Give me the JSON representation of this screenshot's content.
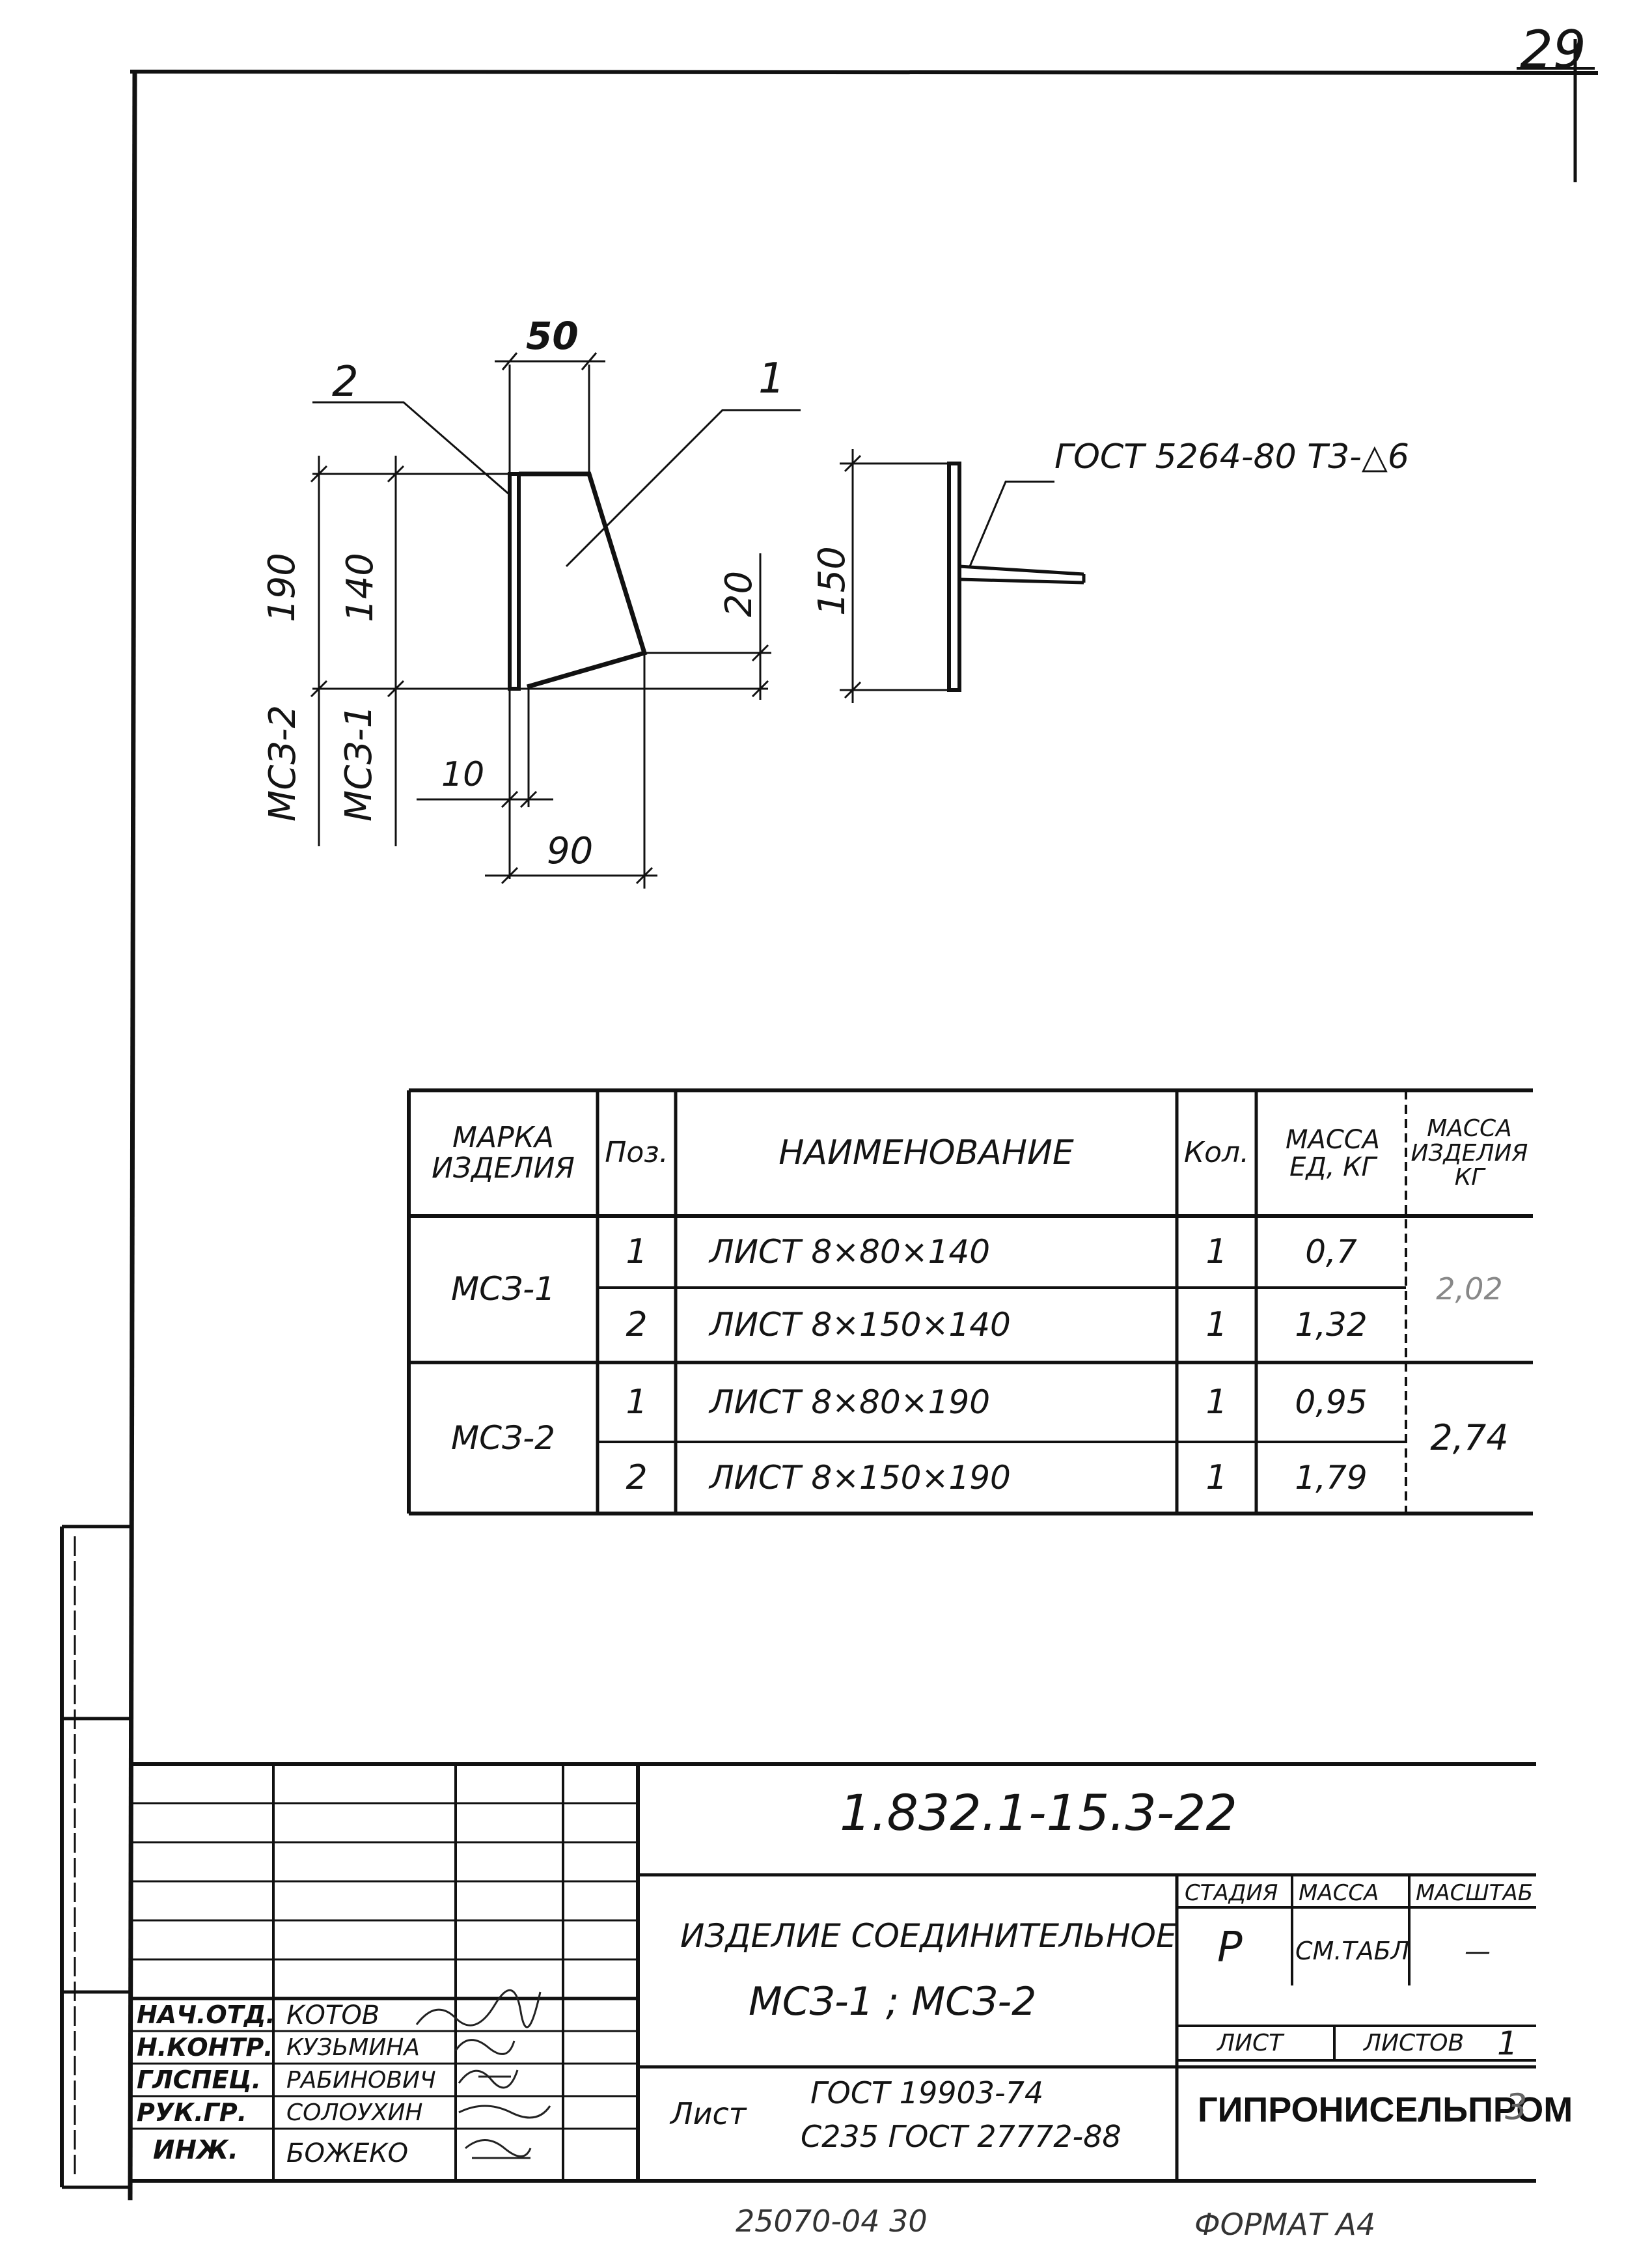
{
  "page_number": "29",
  "drawing": {
    "dims": {
      "d50": "50",
      "d190": "190",
      "d140": "140",
      "d20": "20",
      "d10": "10",
      "d90": "90",
      "d150": "150"
    },
    "callouts": {
      "pos1": "1",
      "pos2": "2"
    },
    "marks": {
      "mcz2": "МСЗ-2",
      "mcz1": "МСЗ-1"
    },
    "weld_note": "ГОСТ 5264-80 Т3-△6"
  },
  "spec_table": {
    "headers": {
      "mark": "МАРКА ИЗДЕЛИЯ",
      "pos": "Поз.",
      "name": "НАИМЕНОВАНИЕ",
      "qty": "Кол.",
      "mass_unit": "МАССА ЕД, КГ",
      "mass_item": "МАССА ИЗДЕЛИЯ КГ"
    },
    "groups": [
      {
        "mark": "МСЗ-1",
        "mass_item": "2,02",
        "rows": [
          {
            "pos": "1",
            "name": "ЛИСТ 8×80×140",
            "qty": "1",
            "mass": "0,7"
          },
          {
            "pos": "2",
            "name": "ЛИСТ 8×150×140",
            "qty": "1",
            "mass": "1,32"
          }
        ]
      },
      {
        "mark": "МСЗ-2",
        "mass_item": "2,74",
        "rows": [
          {
            "pos": "1",
            "name": "ЛИСТ 8×80×190",
            "qty": "1",
            "mass": "0,95"
          },
          {
            "pos": "2",
            "name": "ЛИСТ 8×150×190",
            "qty": "1",
            "mass": "1,79"
          }
        ]
      }
    ]
  },
  "title_block": {
    "code": "1.832.1-15.3-22",
    "title_line1": "ИЗДЕЛИЕ СОЕДИНИТЕЛЬНОЕ",
    "title_line2": "МСЗ-1 ; МСЗ-2",
    "material_label": "Лист",
    "material_line1": "ГОСТ 19903-74",
    "material_line2": "С235 ГОСТ 27772-88",
    "stage_label": "СТАДИЯ",
    "mass_label": "МАССА",
    "scale_label": "МАСШТАБ",
    "stage_value": "Р",
    "mass_value": "СМ.ТАБЛ",
    "scale_value": "—",
    "sheet_label": "ЛИСТ",
    "sheets_label": "ЛИСТОВ",
    "sheet_value": "1",
    "org": "ГИПРОНИСЕЛЬПРОМ",
    "org_suffix": "3",
    "roles": [
      {
        "role": "НАЧ.ОТД.",
        "name": "КОТОВ"
      },
      {
        "role": "Н.КОНТР.",
        "name": "КУЗЬМИНА"
      },
      {
        "role": "ГЛСПЕЦ.",
        "name": "РАБИНОВИЧ"
      },
      {
        "role": "РУК.ГР.",
        "name": "СОЛОУХИН"
      },
      {
        "role": "ИНЖ.",
        "name": "БОЖЕКО"
      }
    ]
  },
  "footer": {
    "inventory": "25070-04  30",
    "format": "ФОРМАТ А4"
  }
}
